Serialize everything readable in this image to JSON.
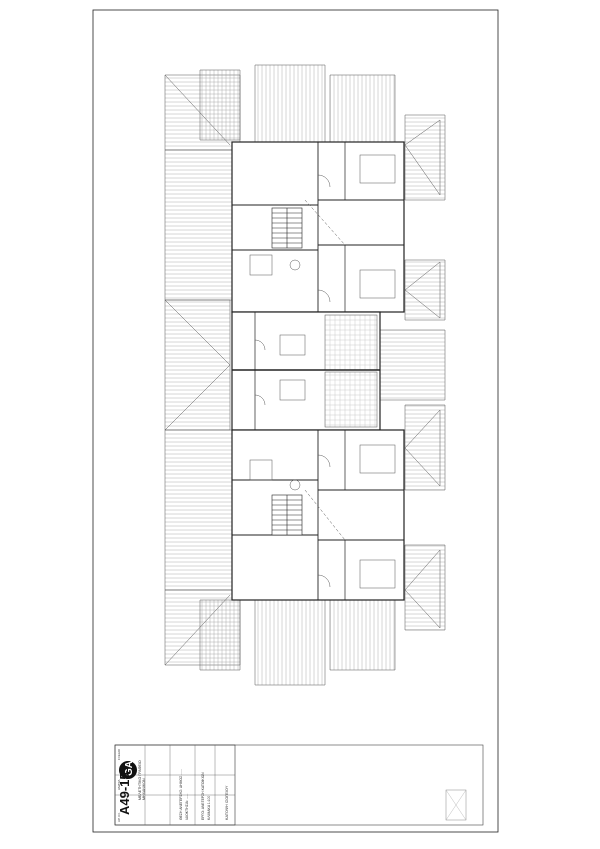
{
  "title_block": {
    "sheet_number": "A49-15",
    "company_lines": [
      "ΜΕΛΕΤΗΤΙΚΟ ΓΡΑΦΕΙΟ",
      "ΜΗΧΑΝΙΚΩΝ"
    ],
    "project_lines": [
      "ΘΕΣΗ ΑΝΕΓΕΡΣΗΣ: ΔΗΜΟΣ ......",
      "ΙΔΙΟΚΤΗΣΙΑ: ......",
      "ΕΡΓΟ: ΑΝΕΓΕΡΣΗ ΚΑΤΟΙΚΙΩΝ",
      "ΚΛΙΜΑΚΑ 1:100"
    ],
    "drawing_title": "ΚΑΤΟΨΗ ΙΣΟΓΕΙΟΥ",
    "small_labels": [
      "ΣΧΕΔΙΟ",
      "ΗΜ/ΝΙΑ",
      "ΑΡ. ΣΧ."
    ]
  }
}
